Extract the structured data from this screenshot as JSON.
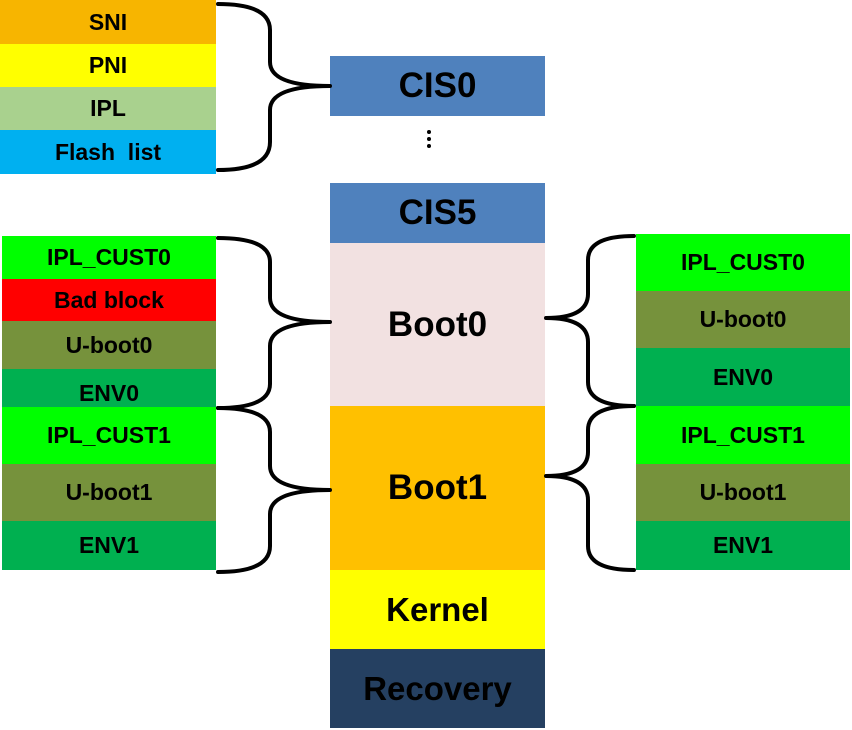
{
  "colors": {
    "sni": "#F7B500",
    "pni": "#FFFF00",
    "ipl": "#A9D18E",
    "flash_list": "#00B0F0",
    "cis": "#4F81BD",
    "boot0": "#F2E1E1",
    "boot1": "#FFC000",
    "kernel": "#FFFF00",
    "recovery": "#254061",
    "bright_green": "#00FF00",
    "bad_block": "#FF0000",
    "olive": "#76923C",
    "env_green": "#00B050"
  },
  "top_left": {
    "sni": "SNI",
    "pni": "PNI",
    "ipl": "IPL",
    "flash_list": "Flash  list"
  },
  "center": {
    "cis0": "CIS0",
    "ellipsis": "⋮",
    "cis5": "CIS5",
    "boot0": "Boot0",
    "boot1": "Boot1",
    "kernel": "Kernel",
    "recovery": "Recovery"
  },
  "left_boot0": {
    "ipl_cust0": "IPL_CUST0",
    "bad_block": "Bad block",
    "uboot0": "U-boot0",
    "env0": "ENV0"
  },
  "left_boot1": {
    "ipl_cust1": "IPL_CUST1",
    "uboot1": "U-boot1",
    "env1": "ENV1"
  },
  "right_boot0": {
    "ipl_cust0": "IPL_CUST0",
    "uboot0": "U-boot0",
    "env0": "ENV0"
  },
  "right_boot1": {
    "ipl_cust1": "IPL_CUST1",
    "uboot1": "U-boot1",
    "env1": "ENV1"
  }
}
